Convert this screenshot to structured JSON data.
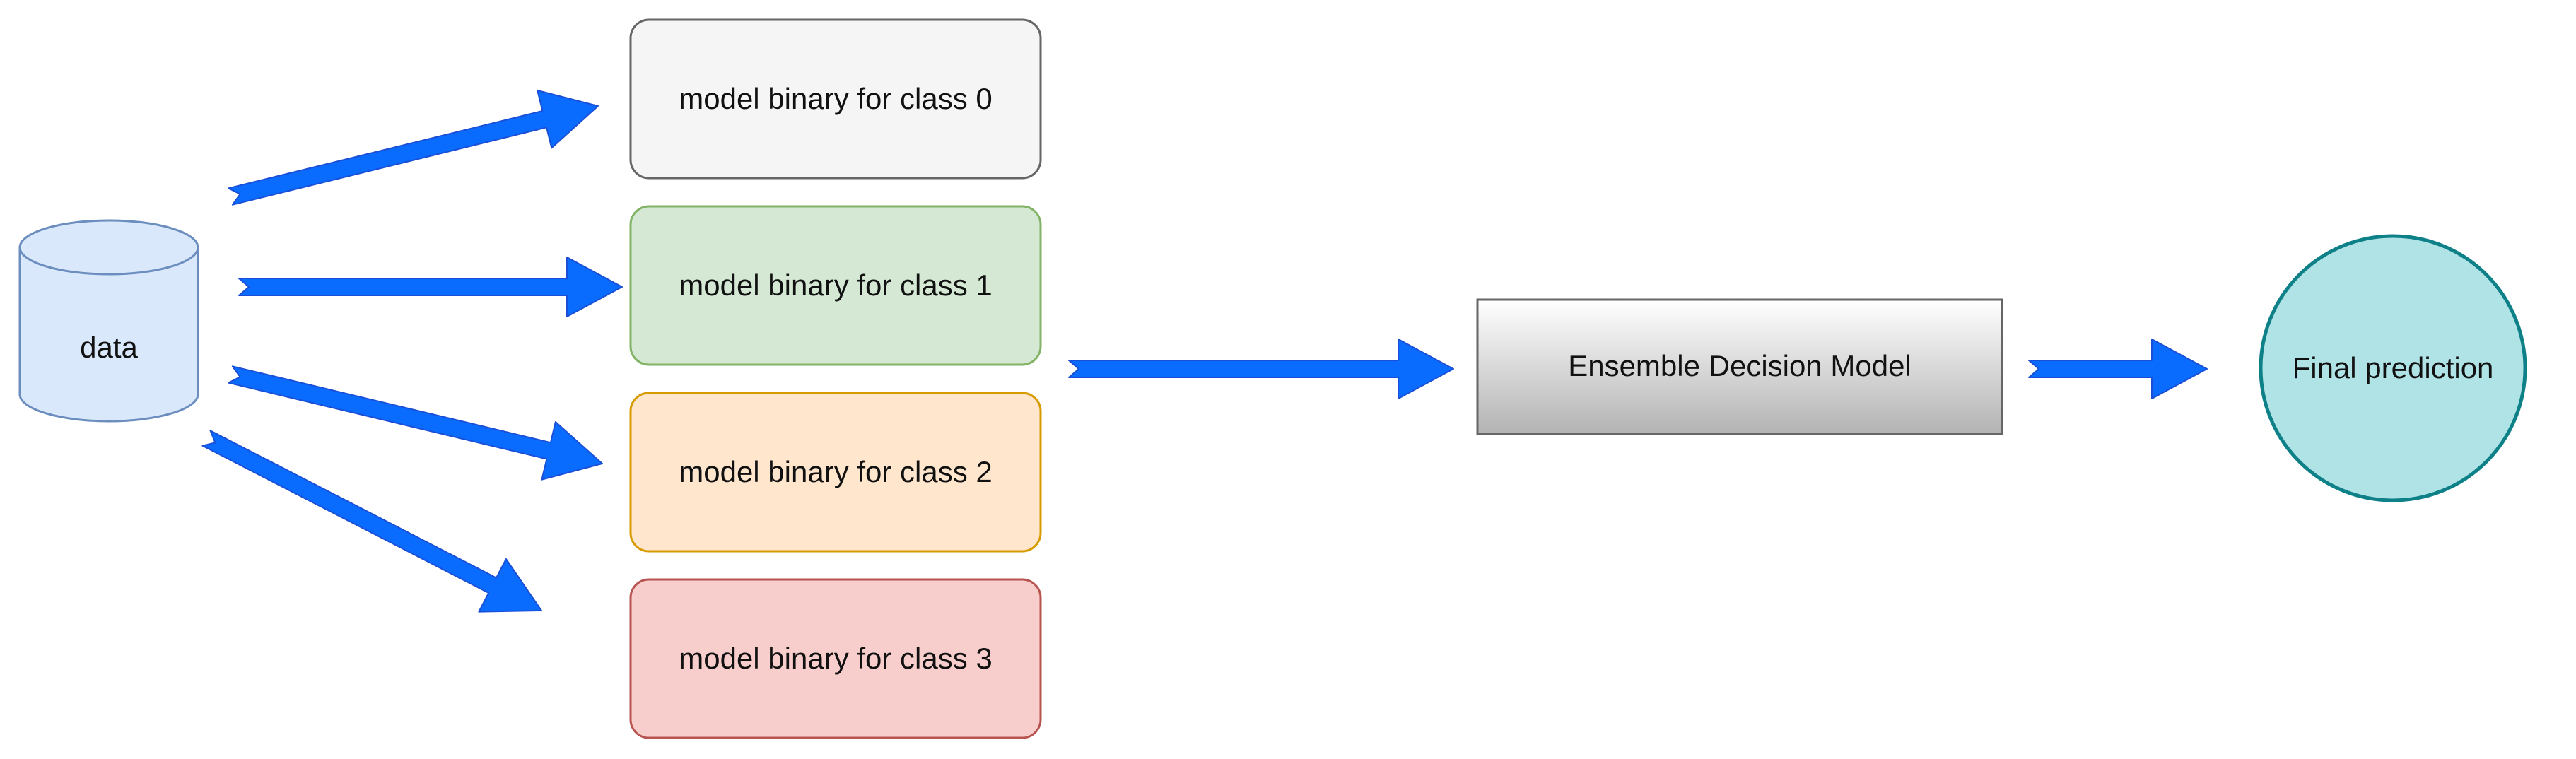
{
  "diagram": {
    "data_node": {
      "label": "data",
      "fill": "#dae8fc",
      "stroke": "#6c8ebf"
    },
    "class_models": [
      {
        "label": "model binary for class 0",
        "fill": "#f5f5f5",
        "stroke": "#666666",
        "text_color": "#333333"
      },
      {
        "label": "model binary for class 1",
        "fill": "#d5e8d4",
        "stroke": "#82b366",
        "text_color": "#111111"
      },
      {
        "label": "model binary for class 2",
        "fill": "#ffe6cc",
        "stroke": "#d79b00",
        "text_color": "#111111"
      },
      {
        "label": "model binary for class 3",
        "fill": "#f8cecc",
        "stroke": "#b85450",
        "text_color": "#111111"
      }
    ],
    "ensemble": {
      "label": "Ensemble Decision Model",
      "fill_top": "#ffffff",
      "fill_bottom": "#b3b3b3",
      "stroke": "#666666"
    },
    "final": {
      "label": "Final prediction",
      "fill": "#b0e3e6",
      "stroke": "#0e8088"
    },
    "arrow_color": "#0a6cff",
    "arrow_stroke": "#1a4fd6",
    "edges": [
      {
        "from": "data",
        "to": "class_model_0"
      },
      {
        "from": "data",
        "to": "class_model_1"
      },
      {
        "from": "data",
        "to": "class_model_2"
      },
      {
        "from": "data",
        "to": "class_model_3"
      },
      {
        "from": "class_models",
        "to": "ensemble"
      },
      {
        "from": "ensemble",
        "to": "final"
      }
    ]
  }
}
